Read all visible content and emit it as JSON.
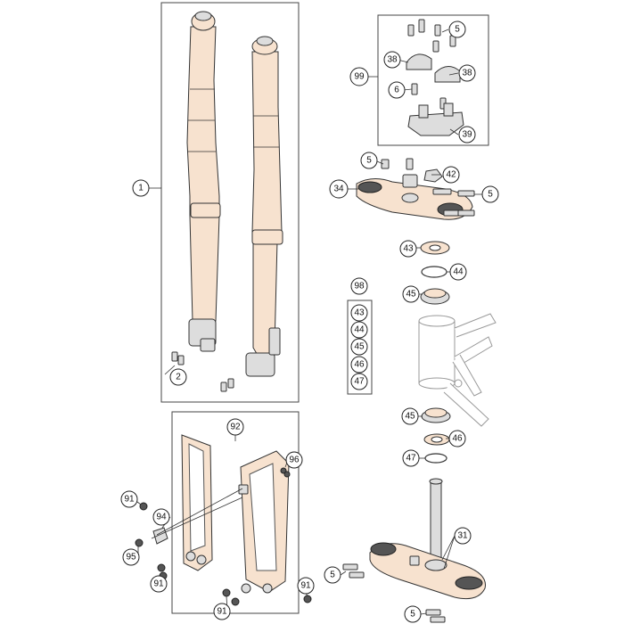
{
  "callouts": {
    "c1": "1",
    "c2": "2",
    "c5a": "5",
    "c5b": "5",
    "c5c": "5",
    "c5d": "5",
    "c5e": "5",
    "c6": "6",
    "c31": "31",
    "c34": "34",
    "c38a": "38",
    "c38b": "38",
    "c39": "39",
    "c42": "42",
    "c43a": "43",
    "c43b": "43",
    "c44a": "44",
    "c44b": "44",
    "c45a": "45",
    "c45b": "45",
    "c45c": "45",
    "c46a": "46",
    "c46b": "46",
    "c47a": "47",
    "c47b": "47",
    "c91a": "91",
    "c91b": "91",
    "c91c": "91",
    "c91d": "91",
    "c92": "92",
    "c94": "94",
    "c95": "95",
    "c96": "96",
    "c98": "98",
    "c99": "99"
  },
  "colors": {
    "part_fill": "#f7e2cf",
    "outline": "#333333"
  }
}
